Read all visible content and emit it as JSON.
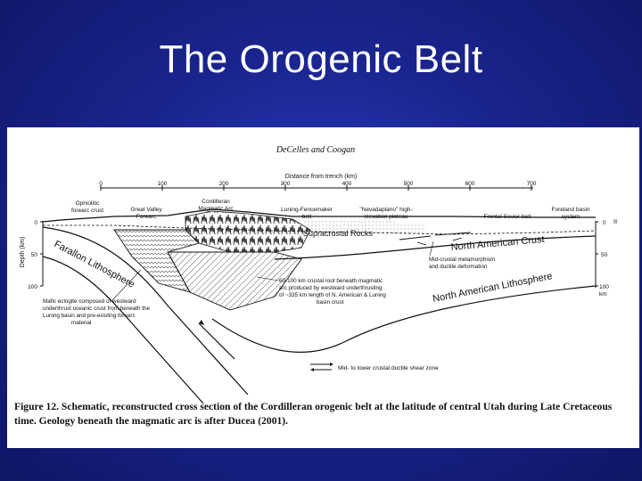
{
  "slide": {
    "title": "The Orogenic Belt"
  },
  "figure": {
    "authors": "DeCelles and Coogan",
    "distance_axis_label": "Distance from trench (km)",
    "distance_ticks": [
      "0",
      "100",
      "200",
      "300",
      "400",
      "500",
      "600",
      "700"
    ],
    "depth_axis_label": "Depth (km)",
    "depth_ticks_left": [
      "0",
      "50",
      "100"
    ],
    "depth_ticks_right": [
      "0",
      "50",
      "100",
      "km"
    ],
    "sea_level_label": "sl",
    "region_labels": {
      "ophiolitic": [
        "Ophiolitic",
        "forearc crust"
      ],
      "great_valley": [
        "Great Valley",
        "Forearc"
      ],
      "cordilleran_arc": [
        "Cordilleran",
        "Magmatic Arc"
      ],
      "luning_belt": [
        "Luning-Fencemaker",
        "belt"
      ],
      "nevadaplano": [
        "\"Nevadaplano\" high-",
        "elevation plateau"
      ],
      "sevier_belt": "Frontal Sevier belt",
      "foreland_basin": [
        "Foreland basin",
        "system"
      ]
    },
    "unit_labels": {
      "supracrustal": "Supracrustal Rocks",
      "north_american_crust": "North American Crust",
      "farallon_lithosphere": "Farallon Lithosphere",
      "north_american_lithosphere": "North American Lithosphere"
    },
    "annotations": {
      "mid_crustal": [
        "Mid-crustal metamorphism",
        "and ductile deformation"
      ],
      "crustal_root": [
        "60-100 km crustal root beneath magmatic",
        "arc produced by westward underthrusting",
        "of ~335 km length of N. American & Luning",
        "basin crust"
      ],
      "mafic_eclogite": [
        "Mafic eclogite composed of westward",
        "underthrust oceanic crust from beneath the",
        "Luning basin and pre-existing forearc",
        "material"
      ],
      "shear_zone": "Mid- to lower crustal ductile shear zone"
    },
    "caption": "Figure 12. Schematic, reconstructed cross section of the Cordilleran orogenic belt at the latitude of central Utah during Late Cretaceous time. Geology beneath the magmatic arc is after Ducea (2001)."
  }
}
